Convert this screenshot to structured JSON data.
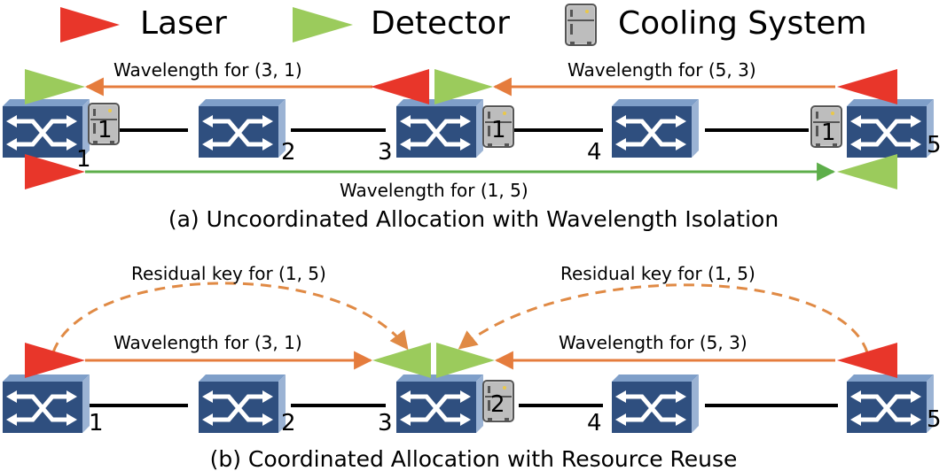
{
  "colors": {
    "laser": "#e8362a",
    "detector": "#9bcb5c",
    "wavelength_orange": "#e57c3d",
    "wavelength_green": "#5dae4a",
    "residual_dashed": "#e08a45",
    "switch_front": "#2f4f7f",
    "switch_top": "#7f9fc9",
    "switch_side": "#9bb3d4",
    "link": "#000000"
  },
  "legend": {
    "laser": "Laser",
    "detector": "Detector",
    "cooling": "Cooling System",
    "laser_icon": "laser-triangle",
    "detector_icon": "detector-triangle",
    "cooling_icon": "refrigerator-icon"
  },
  "panel_a": {
    "caption": "(a) Uncoordinated Allocation with Wavelength Isolation",
    "node_labels": [
      "1",
      "2",
      "3",
      "4",
      "5"
    ],
    "wavelength_31": "Wavelength for (3, 1)",
    "wavelength_53": "Wavelength for (5, 3)",
    "wavelength_15": "Wavelength for (1, 5)",
    "cooling_counts": [
      "1",
      "1",
      "1"
    ]
  },
  "panel_b": {
    "caption": "(b) Coordinated Allocation with Resource Reuse",
    "node_labels": [
      "1",
      "2",
      "3",
      "4",
      "5"
    ],
    "residual_left": "Residual key for (1, 5)",
    "residual_right": "Residual key for (1, 5)",
    "wavelength_31": "Wavelength for (3, 1)",
    "wavelength_53": "Wavelength for (5, 3)",
    "cooling_count": "2"
  }
}
